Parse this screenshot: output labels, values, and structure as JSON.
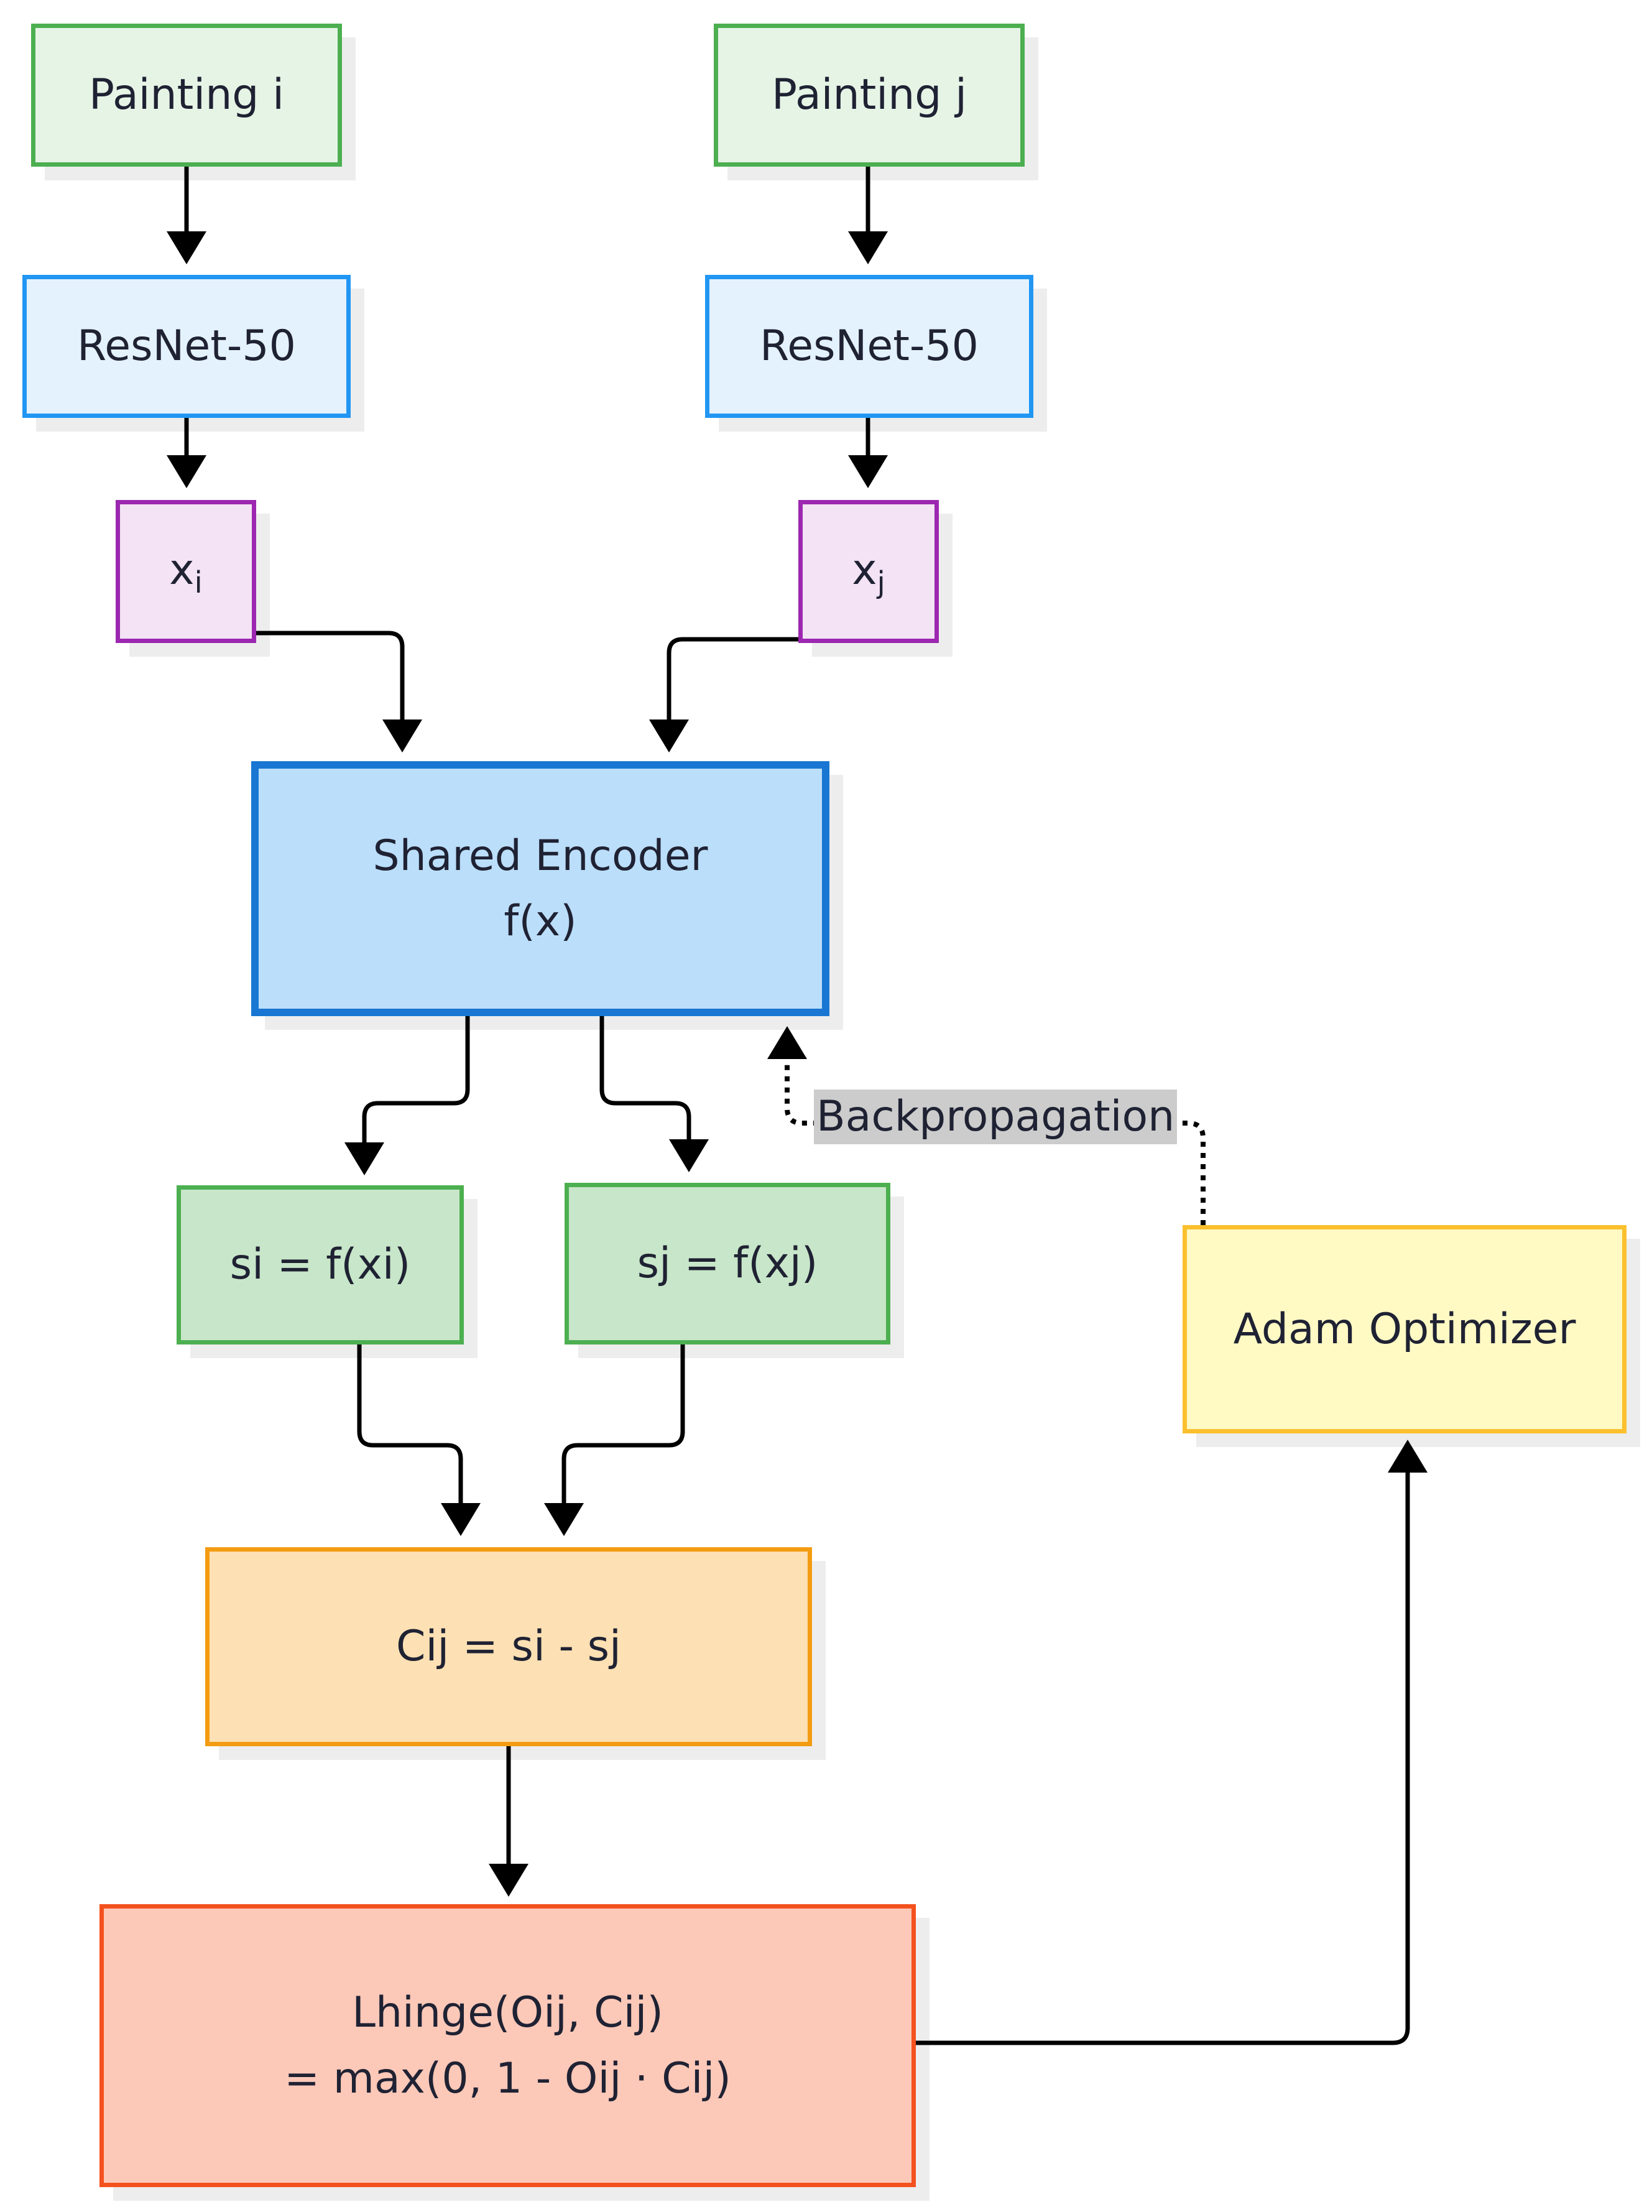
{
  "nodes": {
    "painting_i": "Painting i",
    "painting_j": "Painting j",
    "resnet_i": "ResNet-50",
    "resnet_j": "ResNet-50",
    "feature_i": {
      "base": "x",
      "sub": "i"
    },
    "feature_j": {
      "base": "x",
      "sub": "j"
    },
    "encoder": {
      "line1": "Shared Encoder",
      "line2": "f(x)"
    },
    "score_i": "si = f(xi)",
    "score_j": "sj = f(xj)",
    "comparison": "Cij = si - sj",
    "loss": {
      "line1": "Lhinge(Oij, Cij)",
      "line2": "= max(0, 1 - Oij · Cij)"
    },
    "optimizer": "Adam Optimizer"
  },
  "edges": {
    "backprop_label": "Backpropagation"
  },
  "colors": {
    "input": "#4caf50",
    "resnet": "#2196f3",
    "feature": "#9c27b0",
    "encoder": "#1976d2",
    "score": "#4caf50",
    "comparison": "#f39c12",
    "loss": "#f4511e",
    "optimizer": "#fbc02d",
    "edge": "#000000"
  }
}
